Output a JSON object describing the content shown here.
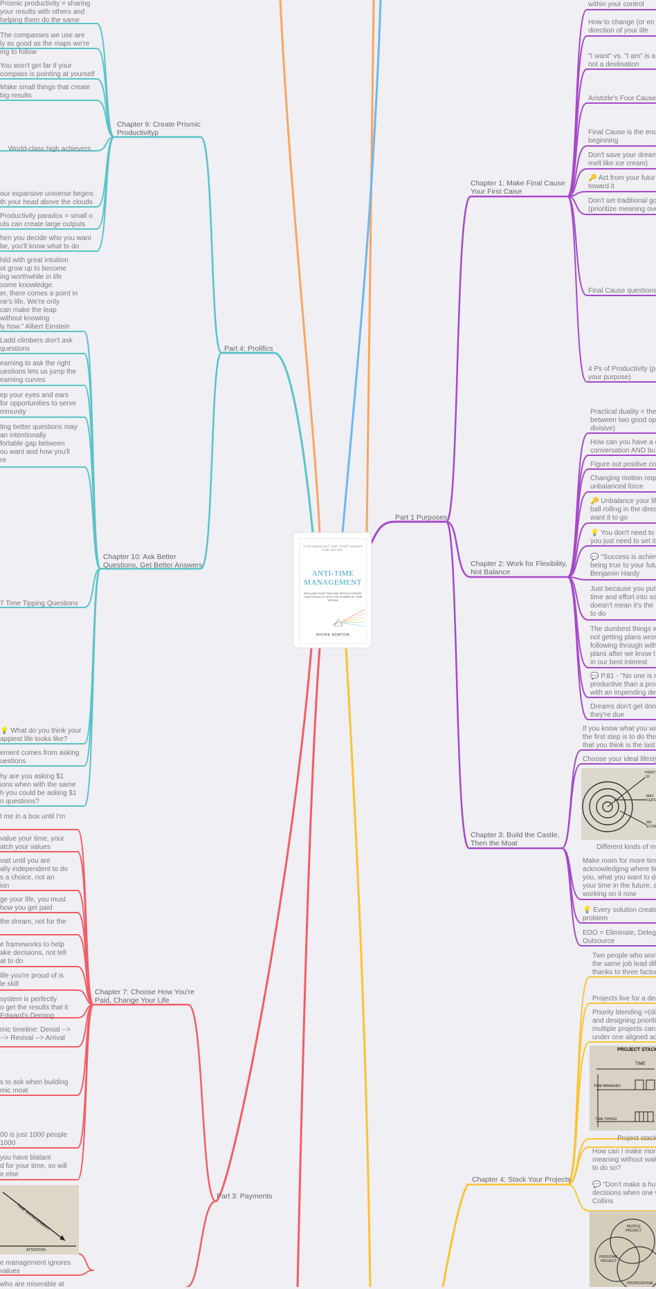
{
  "book": {
    "tagline": "STOP MANAGING TIME.\nSTART MAKING TIME MATTER.",
    "title": "ANTI-TIME\nMANAGEMENT",
    "subtitle": "RECLAIM YOUR TIME AND\nREVOLUTIONIZE YOUR RESULTS WITH\nTHE POWER OF TIME TIPPING",
    "author": "RICHIE NORTON"
  },
  "colors": {
    "purple": "#a548c8",
    "yellow": "#f9c431",
    "teal": "#5ac3c8",
    "red": "#f25c65",
    "orange": "#f8a561",
    "blue": "#6db8f0"
  },
  "branches": {
    "part1": "Part 1 Purposes",
    "part3": "Part 3: Payments",
    "part4": "Part 4: Prolifics",
    "ch1": "Chapter 1: Make Final Cause\nYour First Caise",
    "ch2": "Chapter 2: Work for Flexibility,\nNot Balance",
    "ch3": "Chapter 3: Build the Castle,\nThen the Moat",
    "ch4": "Chapter 4: Stack Your Projects",
    "ch7": "Chapter 7: Choose How You're\nPaid, Change Your Life",
    "ch9": "Chapter 9: Create Prismic\nProductivityp",
    "ch10": "Chapter 10: Ask Better\nQuestions, Get Better Answers"
  },
  "ch1_leaves": [
    "within your control",
    "How to change (or en\ndirection of your life",
    "\"I want\" vs. \"I am\" is a\nnot a destination",
    "Aristotle's Four Cause",
    "Final Cause is the end\nbeginning",
    "Don't save your dream\nmelt like ice cream)",
    "🔑 Act from your futur\ntoward it",
    "Don't set traditional go\n(prioritize meaning ove",
    "Final Cause questions",
    "4 Ps of Productivity (p\nyour purpose)"
  ],
  "ch2_leaves": [
    "Practical duality = the\nbetween two good op\ndivisive)",
    "How can you have a c\nconversation AND bu",
    "Figure out positive co",
    "Changing motion requ\nunbalanced force",
    "🔑 Unbalance your lif\nball rolling in the direc\nwant it to go",
    "💡 You don't need to\nyou just need to set it",
    "💬 \"Success is achiev\nbeing true to your futu\nBenjamin Hardy",
    "Just because you put\ntime and effort into so\ndoesn't mean it's the\nto do",
    "The dumbest things w\nnot getting plans wron\nfollowing through with\nplans after we know t\nin our best interest",
    "💬 P.81 - \"No one is m\nproductive than a proc\nwith an impending de",
    "Dreams don't get don\nthey're due"
  ],
  "ch3_leaves": [
    "If you know what you wa\nthe first step is to do the\nthat you think is the last",
    "Choose your ideal lifesty",
    "Make room for more time\nacknowledging where tim\nyou, what you want to do\nyour time in the future, a\nworking on it now",
    "💡 Every solution create\nproblem",
    "EDO = Eliminate, Deleg\nOutsource"
  ],
  "ch3_image_caption": "Different kinds of m",
  "ch3_image_labels": [
    "HIGHT\nLIF",
    "MAX\nCERTA",
    "MA\nECONO"
  ],
  "ch4_leaves": [
    "Two people who work\nthe same job lead diff\nthanks to three factor",
    "Projects live for a dea",
    "Priority blending =(dis\nand designing prioriti\nmultiple projects can\nunder one aligned ac",
    "How can I make mor\nmeaning without wait\nto do so?",
    "💬 \"Don't make a hu\ndecisions when one w\nCollins"
  ],
  "ch4_image_caption": "Project stack",
  "ch4_image_labels": [
    "PROJECT STACK",
    "TIME",
    "TIME MANAGED",
    "TIME TIPPED"
  ],
  "ch4_venn_labels": [
    "PEOPLE\nPROJECT",
    "PERSONAL\nPROJECT",
    "PROFESSIONAL"
  ],
  "ch9_leaves": [
    "Prismic productivity = sharing\nyour results with others and\nhelping them do the same",
    "The compasses we use are\nly as good as the maps we're\ning to follow",
    "You won't get far if your\ncompass is pointing at yourself",
    "Make small things that create\nbig results",
    "World-class high achievers",
    "our expansive universe begins\nth your head above the clouds",
    "Productivity paradox = small o\nuts can create large outputs",
    "hen you decide who you want\nbe, you'll know what to do"
  ],
  "ch10_leaves": [
    "hild with great intuition\not grow up to become\ning worthwhile in life\nsome knowledge.\ner, there comes a point in\nne's life. We're only\ncan make the leap\nwithout knowing\nly how.\" Albert Einstein",
    "Ladd climbers don't ask\nquestions",
    "earning to ask the right\nuestions lets us jump the\nearning curves",
    "ep your eyes and ears\nfor opportunities to serve\nmmunity",
    "ting better questions may\nan intentionally\nfortable gap between\nou want and how you'll\nre",
    "7 Time Tipping Questions",
    "💡 What do you think your\nappiest life looks like?",
    "ement comes from asking\nuestions",
    "hy are you asking $1\nions when with the same\nh you could be asking $1\nn questions?"
  ],
  "ch7_leaves": [
    "t me in a box until I'm",
    "value your time, your\natch your values",
    "vait until you are\nally independent to do\ns a choice, not an\nion",
    "ge your life, you must\nhow you get paid",
    "the dream, not for the",
    "e frameworks to help\nake decisions, not tell\nat to do",
    "life you're proud of is\nle skill",
    "system is perfectly\no get the results that it\nEdward's Deming",
    "mic timeline: Denial -->\n--> Revival --> Arrival",
    "s to ask when building\nmic moat",
    "00 is just 1000 people\n1000",
    "you have blatant\nd for your time, so will\ne else"
  ],
  "ch7_image_labels": [
    "TIME MANAGEMENT",
    "ATTENTION"
  ],
  "ch7_bottom_leaves": [
    "e management ignores\nvalues",
    "who are miserable at"
  ]
}
